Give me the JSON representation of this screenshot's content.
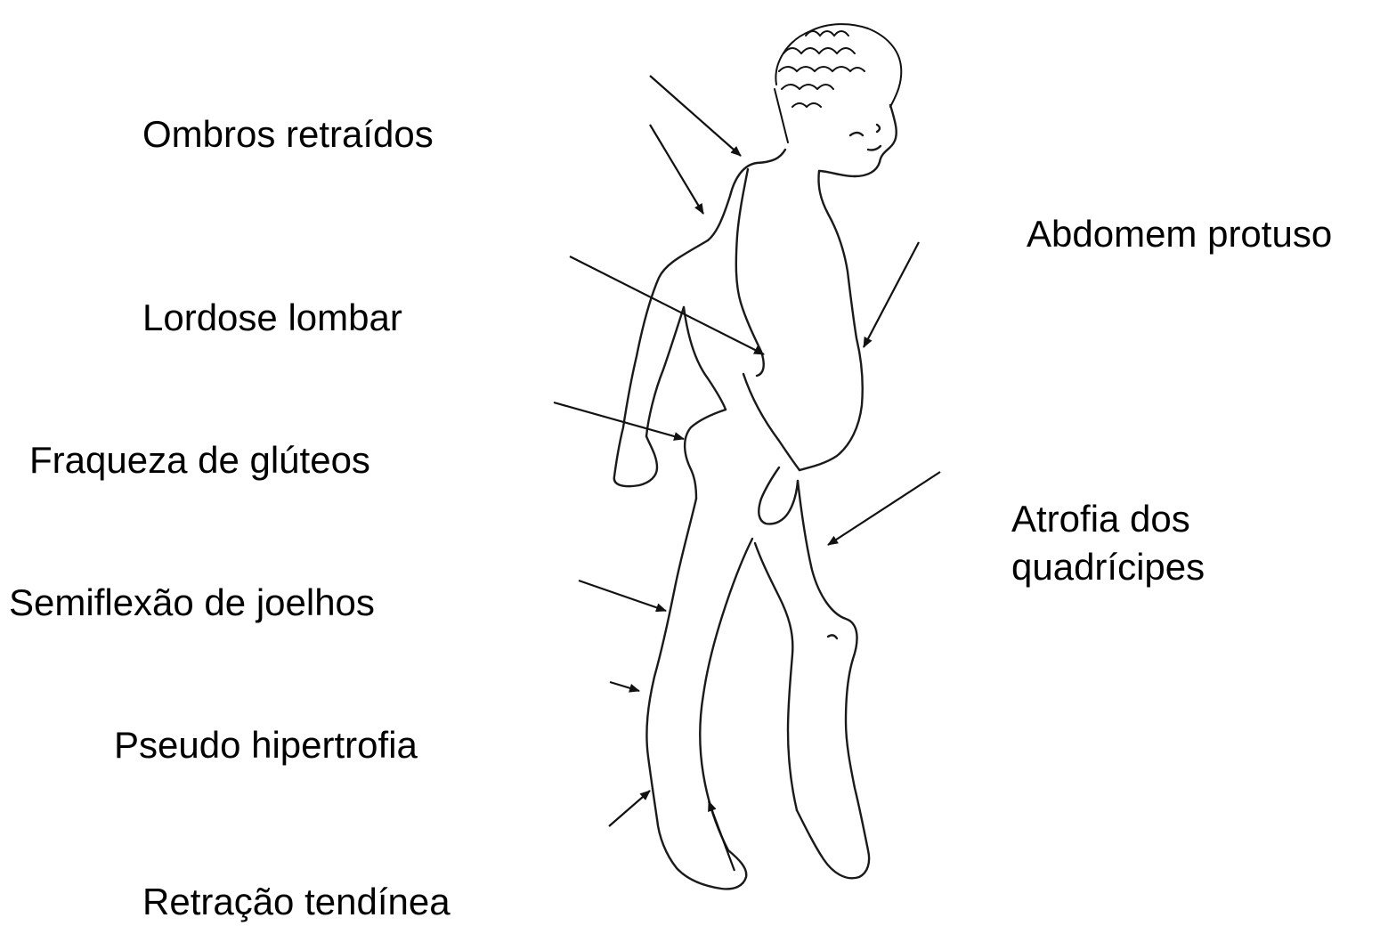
{
  "labels": {
    "ombros": "Ombros retraídos",
    "lordose": "Lordose lombar",
    "fraqueza": "Fraqueza de glúteos",
    "semiflexao": "Semiflexão de joelhos",
    "pseudo": "Pseudo hipertrofia",
    "retracao": "Retração tendínea",
    "abdomem": "Abdomem protuso",
    "atrofia": "Atrofia dos quadrícipes"
  },
  "colors": {
    "text": "#000000",
    "line": "#1a1a1a",
    "background": "#ffffff"
  }
}
